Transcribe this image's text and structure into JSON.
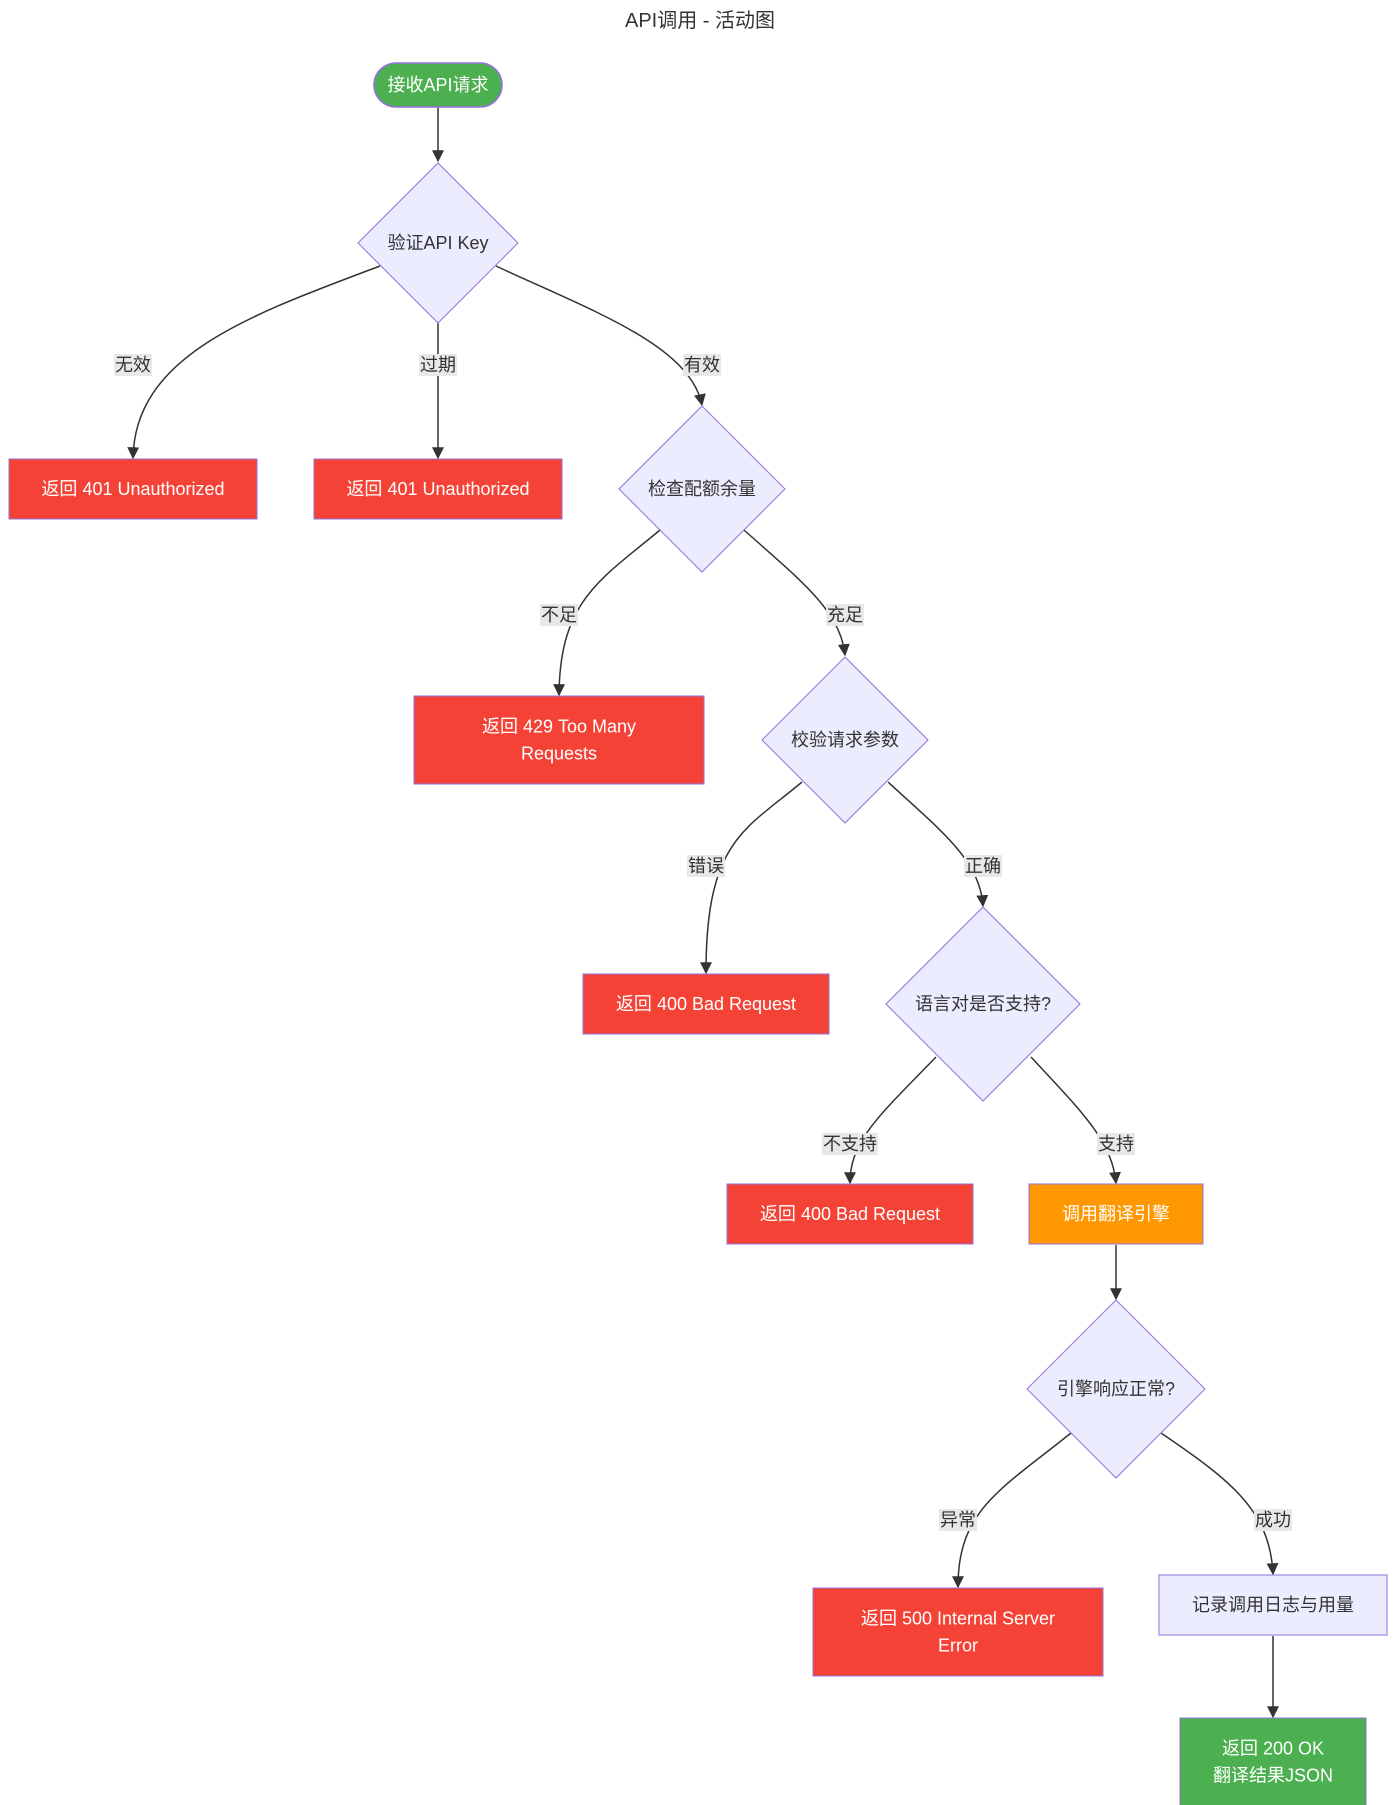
{
  "title": "API调用 - 活动图",
  "colors": {
    "success": "#4caf50",
    "error": "#f44336",
    "process": "#ff9800",
    "neutral_fill": "#ececff",
    "neutral_stroke": "#9370db",
    "edge": "#333333",
    "label_bg": "#e8e8e8"
  },
  "nodes": [
    {
      "id": "receive",
      "kind": "start",
      "lines": [
        "接收API请求"
      ]
    },
    {
      "id": "verify-key",
      "kind": "decision",
      "lines": [
        "验证API Key"
      ]
    },
    {
      "id": "return-401-invalid",
      "kind": "error",
      "lines": [
        "返回 401 Unauthorized"
      ]
    },
    {
      "id": "return-401-expired",
      "kind": "error",
      "lines": [
        "返回 401 Unauthorized"
      ]
    },
    {
      "id": "check-quota",
      "kind": "decision",
      "lines": [
        "检查配额余量"
      ]
    },
    {
      "id": "return-429",
      "kind": "error",
      "lines": [
        "返回 429 Too Many",
        "Requests"
      ]
    },
    {
      "id": "validate-params",
      "kind": "decision",
      "lines": [
        "校验请求参数"
      ]
    },
    {
      "id": "return-400-params",
      "kind": "error",
      "lines": [
        "返回 400 Bad Request"
      ]
    },
    {
      "id": "language-supported",
      "kind": "decision",
      "lines": [
        "语言对是否支持?"
      ]
    },
    {
      "id": "return-400-lang",
      "kind": "error",
      "lines": [
        "返回 400 Bad Request"
      ]
    },
    {
      "id": "call-engine",
      "kind": "process",
      "lines": [
        "调用翻译引擎"
      ]
    },
    {
      "id": "engine-ok",
      "kind": "decision",
      "lines": [
        "引擎响应正常?"
      ]
    },
    {
      "id": "return-500",
      "kind": "error",
      "lines": [
        "返回 500 Internal Server",
        "Error"
      ]
    },
    {
      "id": "log-usage",
      "kind": "neutral",
      "lines": [
        "记录调用日志与用量"
      ]
    },
    {
      "id": "return-200",
      "kind": "success",
      "lines": [
        "返回 200 OK",
        "翻译结果JSON"
      ]
    }
  ],
  "edges": [
    {
      "from": "receive",
      "to": "verify-key",
      "label": ""
    },
    {
      "from": "verify-key",
      "to": "return-401-invalid",
      "label": "无效"
    },
    {
      "from": "verify-key",
      "to": "return-401-expired",
      "label": "过期"
    },
    {
      "from": "verify-key",
      "to": "check-quota",
      "label": "有效"
    },
    {
      "from": "check-quota",
      "to": "return-429",
      "label": "不足"
    },
    {
      "from": "check-quota",
      "to": "validate-params",
      "label": "充足"
    },
    {
      "from": "validate-params",
      "to": "return-400-params",
      "label": "错误"
    },
    {
      "from": "validate-params",
      "to": "language-supported",
      "label": "正确"
    },
    {
      "from": "language-supported",
      "to": "return-400-lang",
      "label": "不支持"
    },
    {
      "from": "language-supported",
      "to": "call-engine",
      "label": "支持"
    },
    {
      "from": "call-engine",
      "to": "engine-ok",
      "label": ""
    },
    {
      "from": "engine-ok",
      "to": "return-500",
      "label": "异常"
    },
    {
      "from": "engine-ok",
      "to": "log-usage",
      "label": "成功"
    },
    {
      "from": "log-usage",
      "to": "return-200",
      "label": ""
    }
  ]
}
